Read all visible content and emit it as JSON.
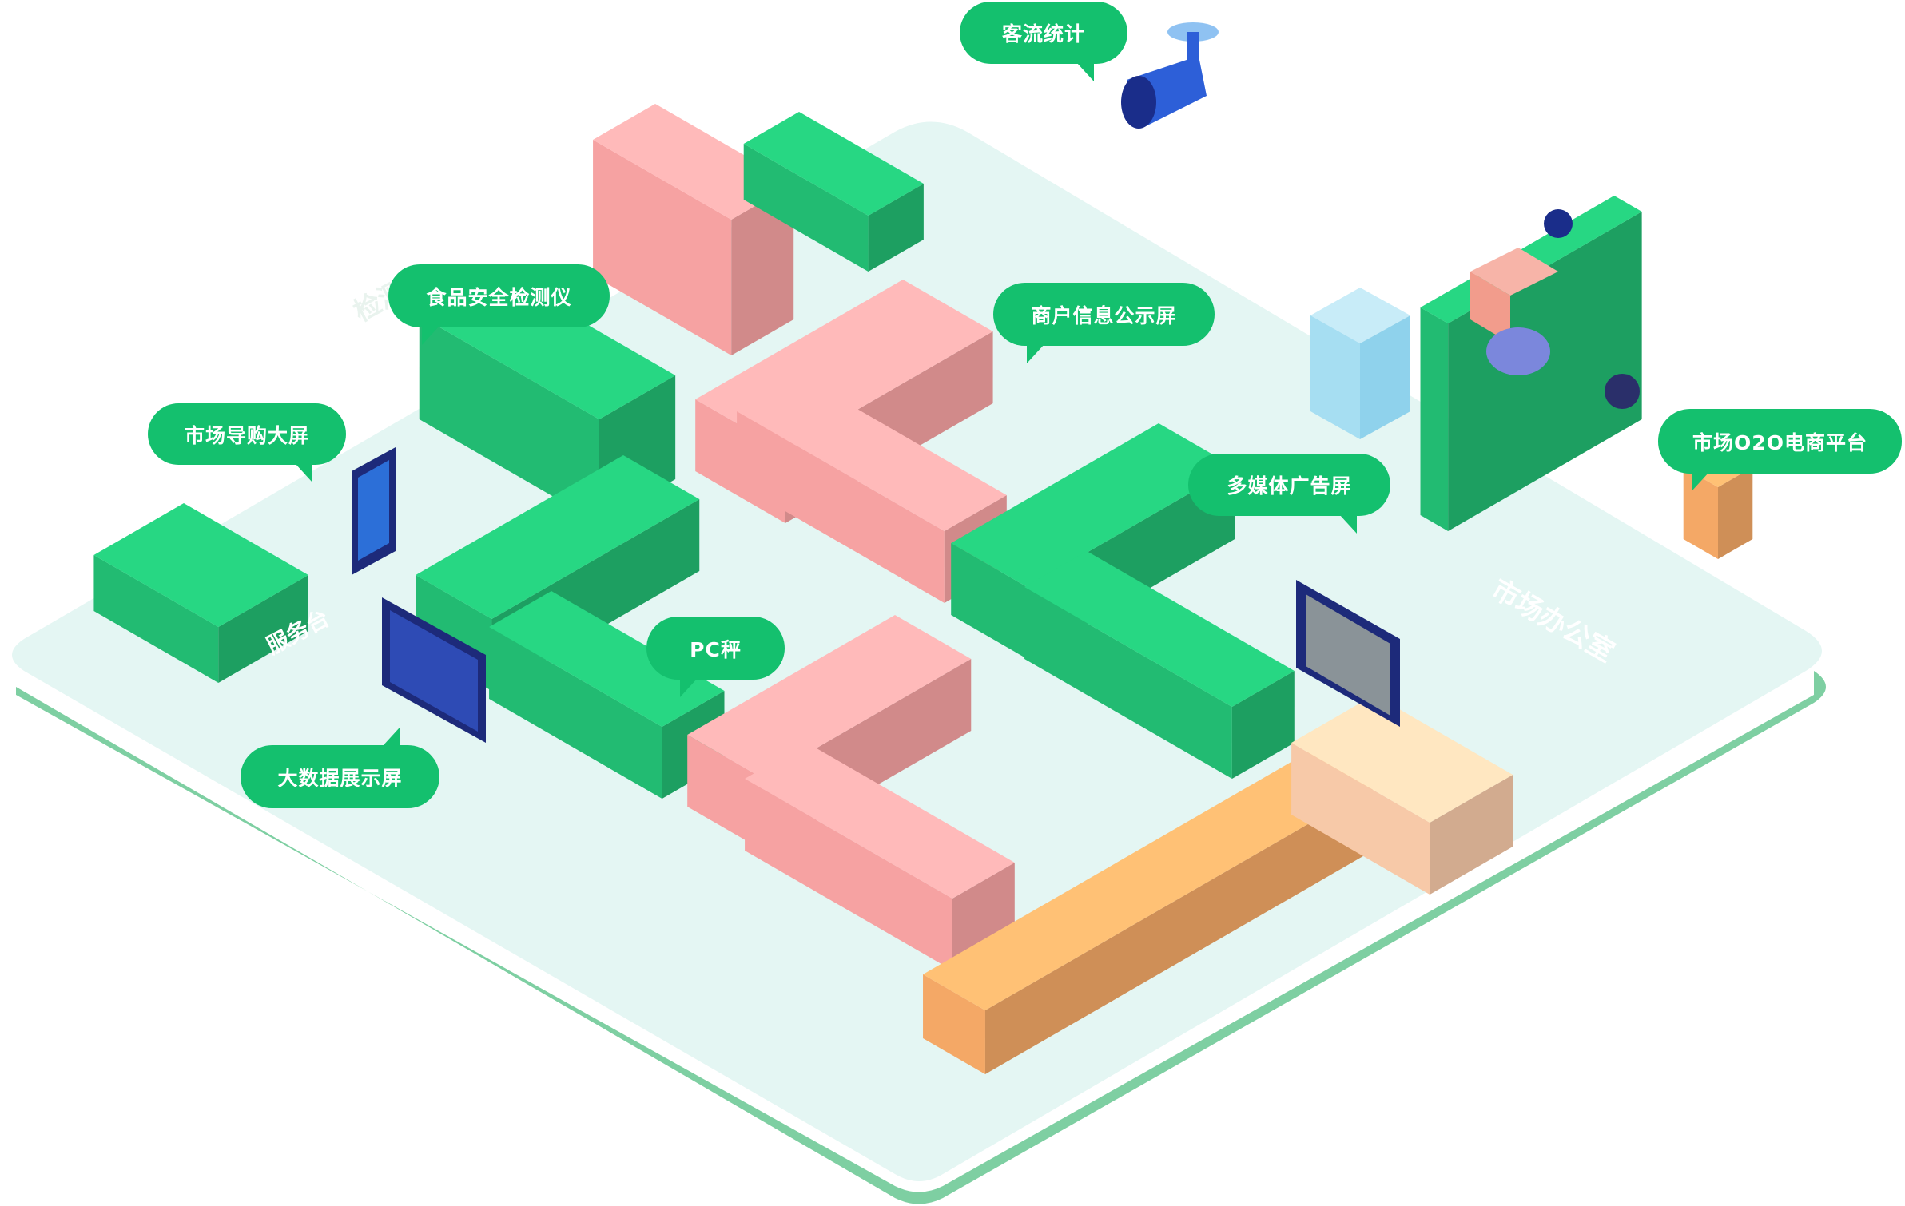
{
  "labels": {
    "passenger_flow": "客流统计",
    "food_safety": "食品安全检测仪",
    "merchant_info": "商户信息公示屏",
    "shopping_guide": "市场导购大屏",
    "multimedia_ad": "多媒体广告屏",
    "o2o_platform": "市场O2O电商平台",
    "pc_scale": "PC秤",
    "big_data": "大数据展示屏"
  },
  "painted_text": {
    "inspection_wall": "检测",
    "service_desk": "服务台",
    "office": "市场办公室"
  },
  "colors": {
    "bubble": "#14c06e",
    "floor": "#e4f6f3",
    "floor_edge": "#7ecfa2",
    "green_stall": "#22bb72",
    "pink_stall": "#f6a2a2",
    "orange_counter": "#f4a866"
  }
}
